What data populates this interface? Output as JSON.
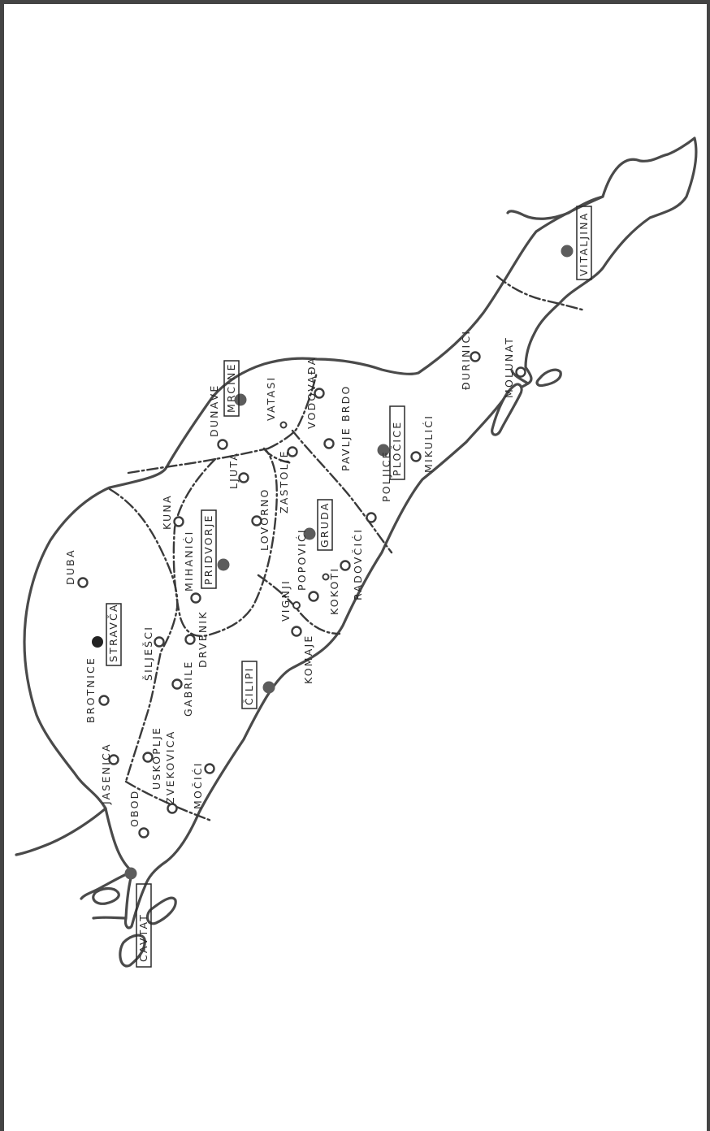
{
  "places": {
    "cavtat": "CAVTAT",
    "obod": "OBOD",
    "jasenica": "JASENICA",
    "zvekovica": "ZVEKOVICA",
    "uskoplje": "USKOPLJE",
    "mocici": "MOČIĆI",
    "brotnice": "BROTNICE",
    "gabrile": "GABRILE",
    "stravca": "STRAVČA",
    "siljesci": "ŠILJEŠCI",
    "duba": "DUBA",
    "drvenik": "DRVENIK",
    "mihanici": "MIHANIĆI",
    "pridvorje": "PRIDVORJE",
    "kuna": "KUNA",
    "cilipi": "ČILIPI",
    "komaje": "KOMAJE",
    "vignji": "VIGNJI",
    "popovici": "POPOVIĆI",
    "kokoti": "KOKOTI",
    "radovcici": "RADOVČIĆI",
    "lovorno": "LOVORNO",
    "gruda": "GRUDA",
    "ljuta": "LJUTA",
    "zastolje": "ZASTOLJE",
    "poljice": "POLJICE",
    "dunave": "DUNAVE",
    "vatasi": "VATASI",
    "pavlje_brdo": "PAVLJE BRDO",
    "mrcine": "MRCINE",
    "vodovada": "VODOVAĐA",
    "plocice": "PLOČICE",
    "mikulici": "MIKULIĆI",
    "durinici": "ĐURINIĆI",
    "molunat": "MOLUNAT",
    "vitaljina": "VITALJINA"
  }
}
